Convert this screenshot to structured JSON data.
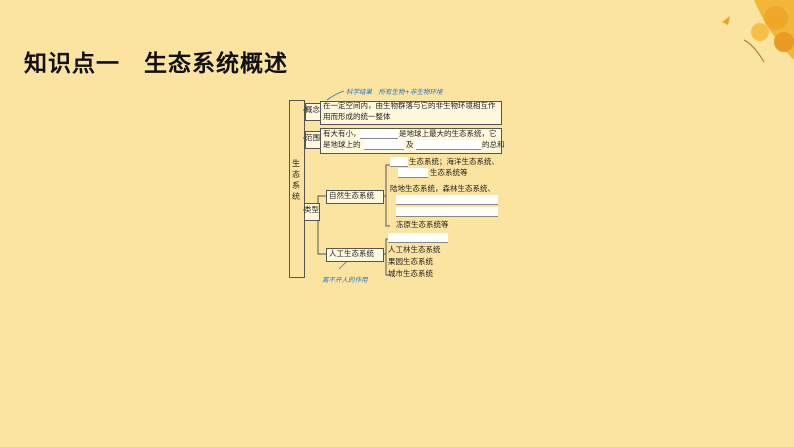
{
  "title": "知识点一　生态系统概述",
  "root_label": "生态系统",
  "nodes": {
    "concept": {
      "label": "概念",
      "line1": "在一定空间内，由生物群落与它的非生物环境相互作",
      "line2": "用而形成的统一整体"
    },
    "scope": {
      "label": "范围",
      "line1_a": "有大有小，",
      "line1_b": "是地球上最大的生态系统，它",
      "line2_a": "是地球上的",
      "line2_b": "及",
      "line2_c": "的总和"
    },
    "types": {
      "label": "类型",
      "natural": {
        "label": "自然生态系统",
        "items": [
          {
            "a": "",
            "b": "生态系统；海洋生态系统、"
          },
          {
            "a": "",
            "b": "生态系统等"
          },
          {
            "a": "陆地生态系统，森林生态系统、",
            "b": ""
          },
          {
            "a": "冻原生态系统等",
            "b": ""
          }
        ]
      },
      "artificial": {
        "label": "人工生态系统",
        "items": [
          "人工林生态系统",
          "果园生态系统",
          "城市生态系统"
        ]
      }
    }
  },
  "annotations": {
    "top": "科学结果　所有生物+非生物环境",
    "bottom": "离不开人的作用"
  }
}
